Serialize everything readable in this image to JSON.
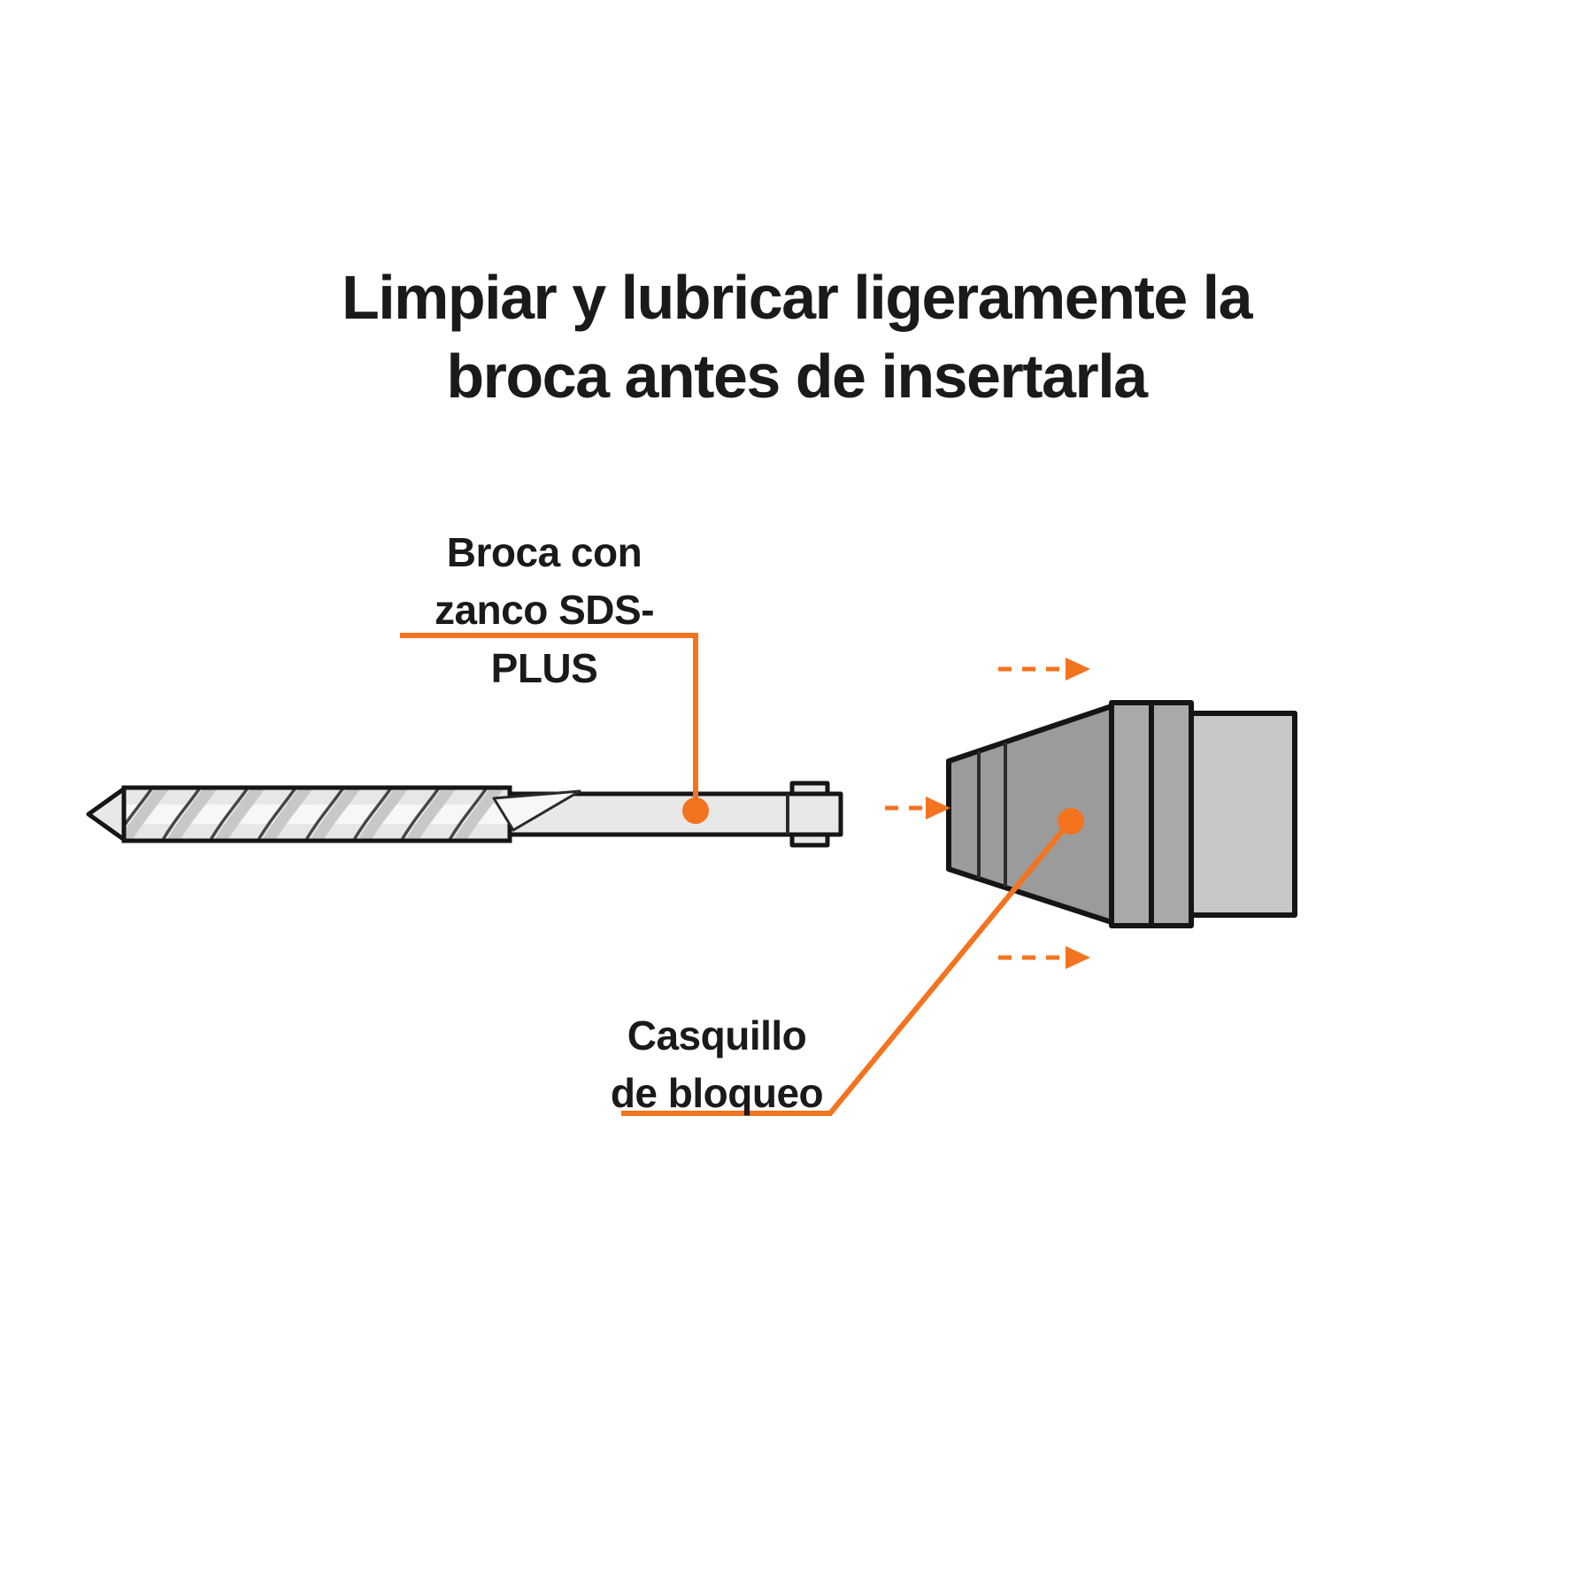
{
  "title": {
    "line1": "Limpiar y lubricar ligeramente la",
    "line2": "broca antes de insertarla"
  },
  "labels": {
    "bit": {
      "line1": "Broca con",
      "line2": "zanco SDS-PLUS"
    },
    "sleeve": {
      "line1": "Casquillo",
      "line2": "de bloqueo"
    }
  },
  "icons": {
    "insertion_arrow": "arrow-right-dashed",
    "callout_marker": "filled-circle"
  },
  "colors": {
    "accent": "#F4731F",
    "ink": "#1A1A1A",
    "outline": "#151515",
    "bit_fill": "#E8E8E8",
    "chuck_dark": "#9B9B9B",
    "chuck_mid": "#A9A9A9",
    "chuck_light": "#C7C7C7",
    "bg": "#FFFFFF"
  }
}
